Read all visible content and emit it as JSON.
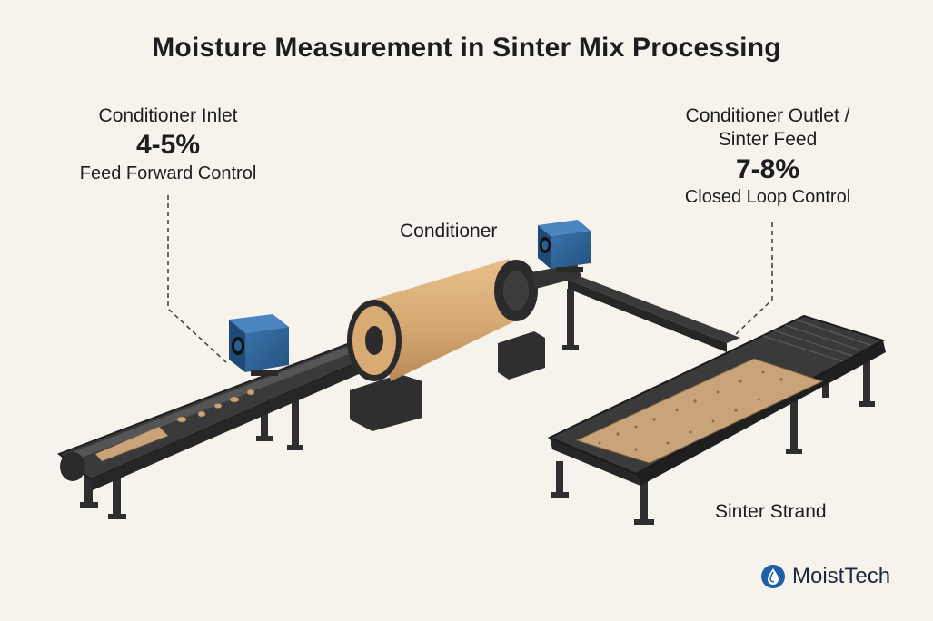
{
  "title": "Moisture Measurement in Sinter Mix Processing",
  "inlet": {
    "name": "Conditioner Inlet",
    "range": "4-5%",
    "control": "Feed Forward Control"
  },
  "outlet": {
    "name_line1": "Conditioner Outlet /",
    "name_line2": "Sinter Feed",
    "range": "7-8%",
    "control": "Closed Loop Control"
  },
  "conditioner_label": "Conditioner",
  "strand_label": "Sinter Strand",
  "brand": {
    "name": "MoistTech",
    "icon": "moisttech-logo-icon"
  },
  "colors": {
    "background": "#f5f3ec",
    "sensor_blue": "#2b5f93",
    "drum_tan": "#d8aa74",
    "steel_dark": "#2b2b2b",
    "material": "#c9a47a"
  }
}
